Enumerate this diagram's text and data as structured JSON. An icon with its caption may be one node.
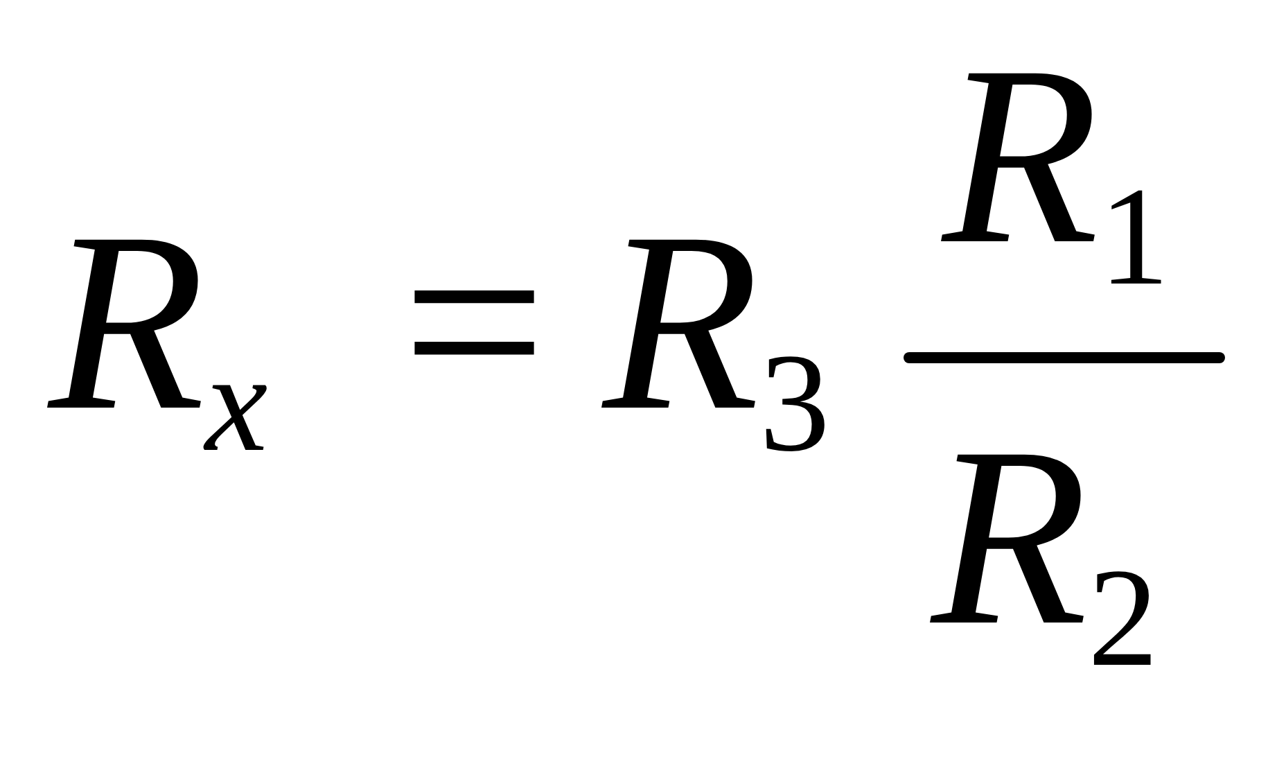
{
  "diagram": {
    "labels": [
      "*R*$_{x}$",
      "=",
      "*R*$_{3}$",
      "*R*$_{1}$",
      "*R*$_{2}$"
    ]
  }
}
